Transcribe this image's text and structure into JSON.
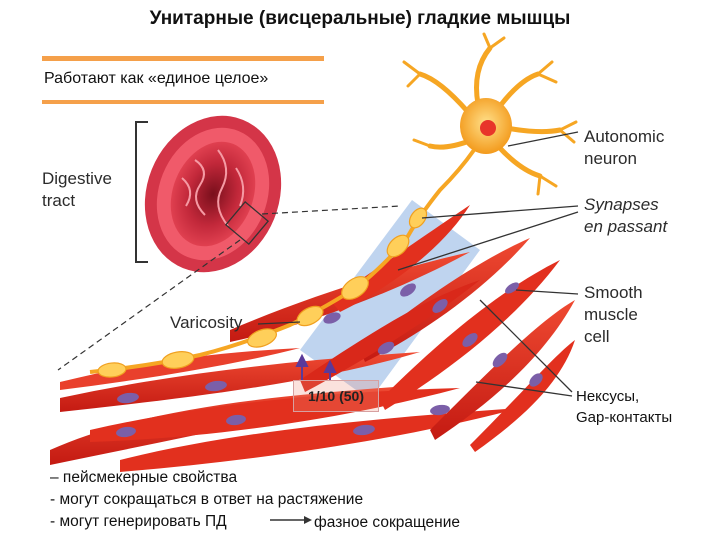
{
  "header": {
    "title": "Унитарные (висцеральные) гладкие мышцы",
    "subtitle": "Работают как «единое целое»"
  },
  "figure": {
    "labels": {
      "digestive_line1": "Digestive",
      "digestive_line2": "tract",
      "autonomic_line1": "Autonomic",
      "autonomic_line2": "neuron",
      "synapses_line1": "Synapses",
      "synapses_line2": "en passant",
      "smooth_line1": "Smooth",
      "smooth_line2": "muscle",
      "smooth_line3": "cell",
      "varicosity": "Varicosity"
    },
    "ratio": "1/10 (50)",
    "nexus_line1": "Нексусы,",
    "nexus_line2": "Gap-контакты"
  },
  "notes": {
    "line1": "– пейсмекерные свойства",
    "line2": " - могут сокращаться в ответ на растяжение",
    "line3": "- могут генерировать ПД",
    "phase": "фазное сокращение"
  },
  "colors": {
    "bar": "#f5a04a",
    "muscle": "#e0261c",
    "muscle_dark": "#b81812",
    "nucleus": "#7b5fa8",
    "neuron": "#f6a623",
    "neuron_light": "#ffcf5a",
    "wedge": "#a9c6ea"
  }
}
